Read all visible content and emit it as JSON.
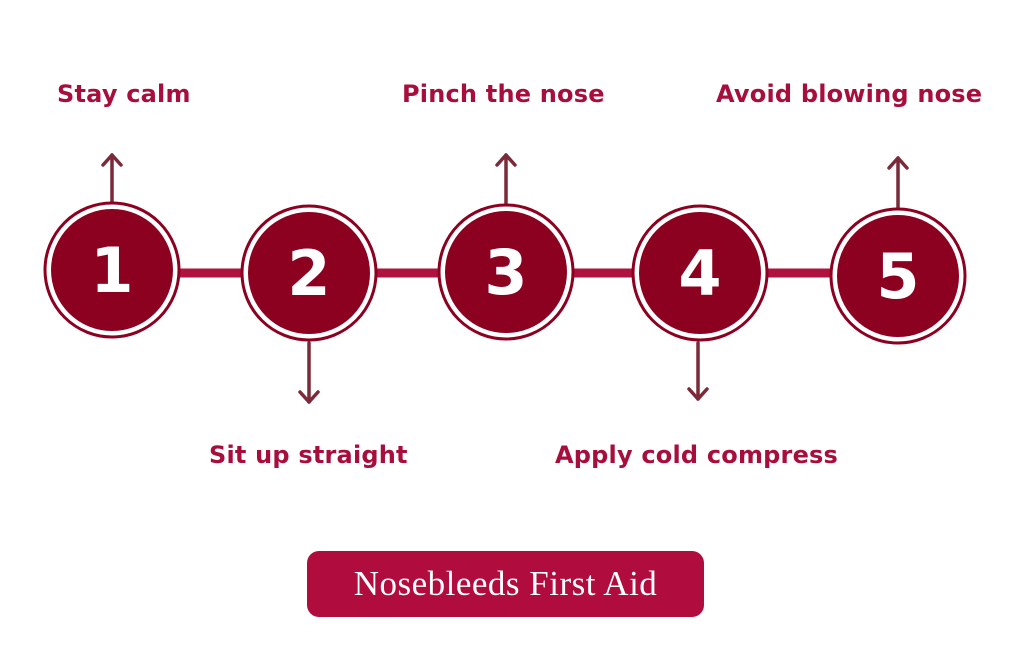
{
  "title": "Nosebleeds First Aid",
  "steps": [
    {
      "number": "1",
      "label": "Stay calm",
      "arrow": "up"
    },
    {
      "number": "2",
      "label": "Sit up straight",
      "arrow": "down"
    },
    {
      "number": "3",
      "label": "Pinch the nose",
      "arrow": "up"
    },
    {
      "number": "4",
      "label": "Apply cold compress",
      "arrow": "down"
    },
    {
      "number": "5",
      "label": "Avoid blowing nose",
      "arrow": "up"
    }
  ],
  "colors": {
    "circle_fill": "#8c0020",
    "circle_ring": "#8c0020",
    "connector": "#b0123f",
    "arrow": "#7a2a38",
    "label": "#a80e3c",
    "title_background": "#b00c3d"
  }
}
